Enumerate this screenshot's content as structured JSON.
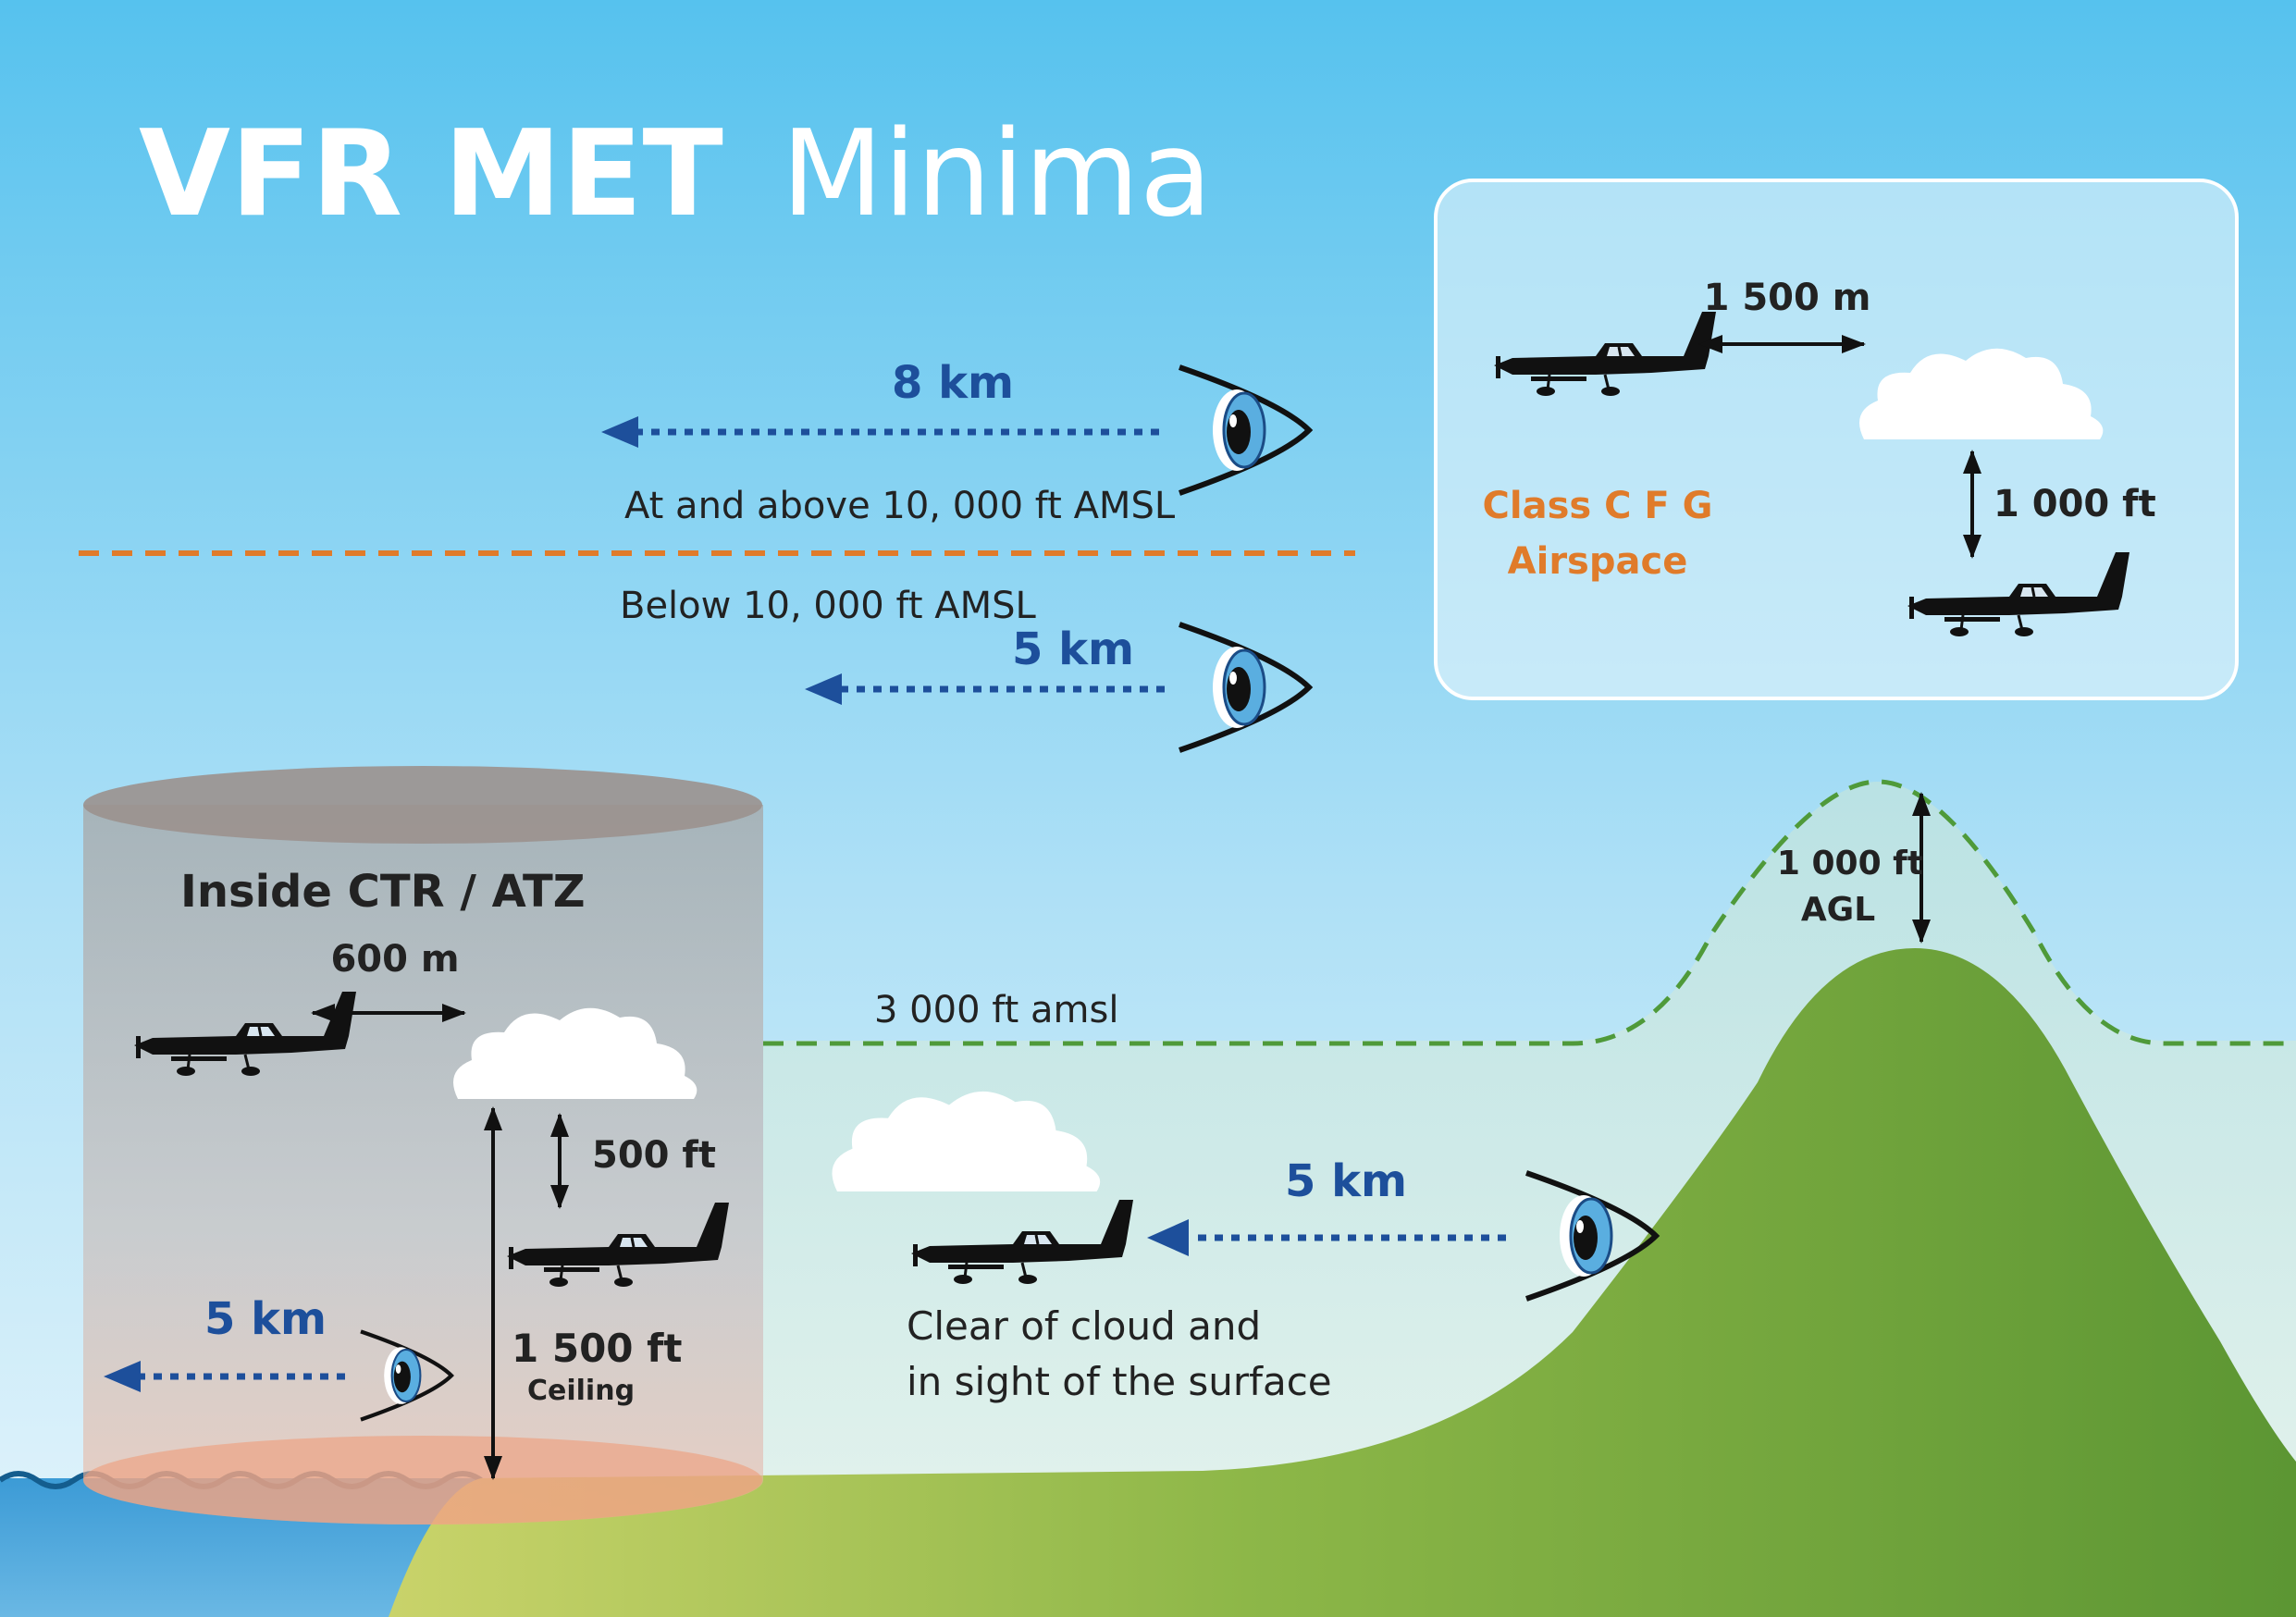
{
  "title": {
    "bold": "VFR MET",
    "light": "Minima"
  },
  "upper": {
    "vis_above": "8 km",
    "label_above": "At and above 10, 000 ft AMSL",
    "label_below": "Below 10, 000 ft AMSL",
    "vis_below": "5 km"
  },
  "classbox": {
    "horizontal": "1 500 m",
    "vertical": "1 000 ft",
    "title_line1": "Class C F G",
    "title_line2": "Airspace"
  },
  "ctr": {
    "title": "Inside CTR / ATZ",
    "horizontal": "600 m",
    "vertical": "500 ft",
    "ceiling_value": "1 500 ft",
    "ceiling_label": "Ceiling",
    "visibility": "5 km"
  },
  "low": {
    "altitude": "3 000 ft amsl",
    "visibility": "5 km",
    "clear_line1": "Clear of cloud and",
    "clear_line2": "in sight of the surface"
  },
  "terrain": {
    "clearance_line1": "1 000 ft",
    "clearance_line2": "AGL"
  },
  "colors": {
    "sky_top": "#58c3ee",
    "sky_bottom": "#d6f0fb",
    "accent_blue": "#1d4f9b",
    "orange": "#e07b2a",
    "hill_green": "#5f9a33",
    "dash_green": "#4f9a3a"
  }
}
